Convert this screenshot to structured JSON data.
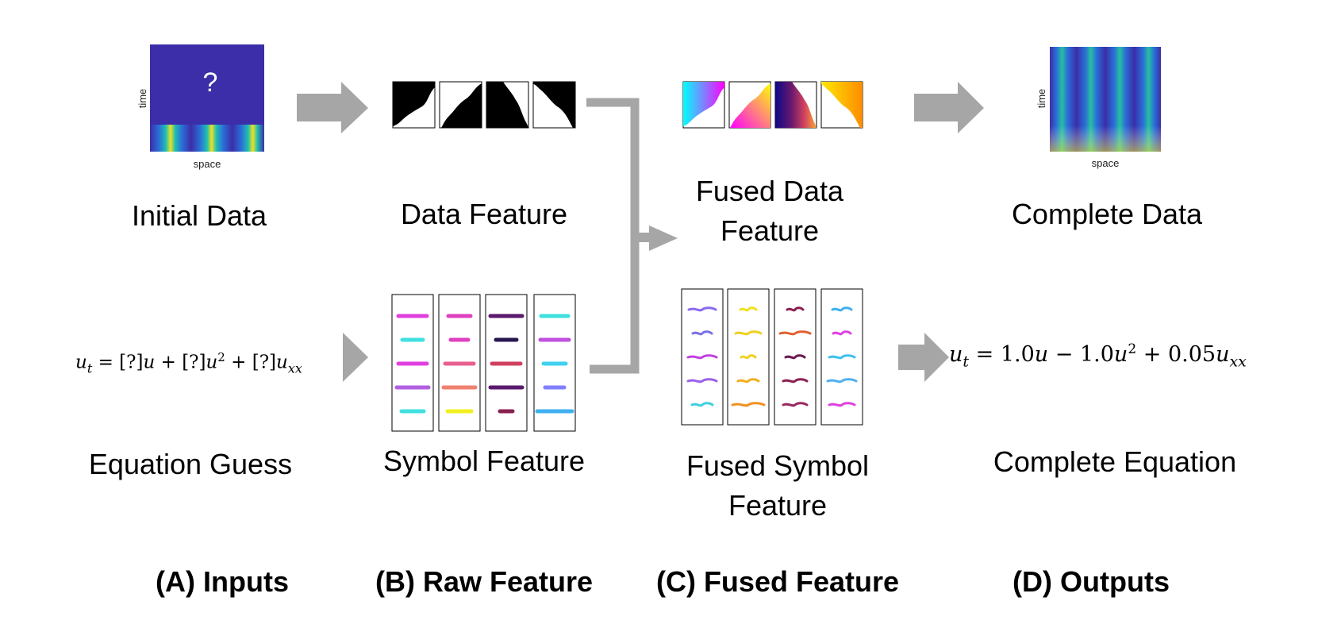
{
  "colors": {
    "arrow": "#a6a6a6",
    "heatmap_bg": "#3b2ea8",
    "plasma": [
      "#0d0887",
      "#6a00a8",
      "#b12a90",
      "#e16462",
      "#fca636",
      "#f0f921"
    ],
    "cool": [
      "#00ffff",
      "#8080ff",
      "#ff00ff"
    ],
    "symbol_strokes": {
      "col1": [
        "#e040e0",
        "#40e0e0",
        "#e040e0",
        "#b060e0",
        "#40e0e0"
      ],
      "col2": [
        "#e040c0",
        "#e040c0",
        "#e86090",
        "#f08070",
        "#f0f020"
      ],
      "col3": [
        "#5a1a6e",
        "#281850",
        "#d04060",
        "#5a1a6e",
        "#8a2050"
      ],
      "col4": [
        "#40e0e0",
        "#c050e0",
        "#40d0f0",
        "#8080ff",
        "#40b0f0"
      ]
    }
  },
  "initial_data": {
    "question_mark": "?",
    "axis_y": "time",
    "axis_x": "space",
    "label": "Initial Data"
  },
  "data_feature": {
    "label": "Data Feature"
  },
  "fused_data_feature": {
    "label_line1": "Fused Data",
    "label_line2": "Feature"
  },
  "complete_data": {
    "axis_y": "time",
    "axis_x": "space",
    "label": "Complete Data"
  },
  "equation_guess": {
    "lhs": "u",
    "lhs_sub": "t",
    "eq": " = ",
    "term1_coef": "[?]",
    "term1_var": "u",
    "plus": " + ",
    "term2_coef": "[?]",
    "term2_var": "u",
    "term2_sup": "2",
    "term3_coef": "[?]",
    "term3_var": "u",
    "term3_sub": "xx",
    "label": "Equation Guess"
  },
  "symbol_feature": {
    "label": "Symbol Feature"
  },
  "fused_symbol_feature": {
    "label_line1": "Fused Symbol",
    "label_line2": "Feature"
  },
  "complete_equation": {
    "lhs": "u",
    "lhs_sub": "t",
    "eq": " = ",
    "c1": "1.0",
    "v1": "u",
    "minus": " − ",
    "c2": "1.0",
    "v2": "u",
    "v2_sup": "2",
    "plus": " + ",
    "c3": "0.05",
    "v3": "u",
    "v3_sub": "xx",
    "label": "Complete Equation"
  },
  "sections": {
    "a": "(A) Inputs",
    "b": "(B) Raw Feature",
    "c": "(C) Fused Feature",
    "d": "(D) Outputs"
  }
}
